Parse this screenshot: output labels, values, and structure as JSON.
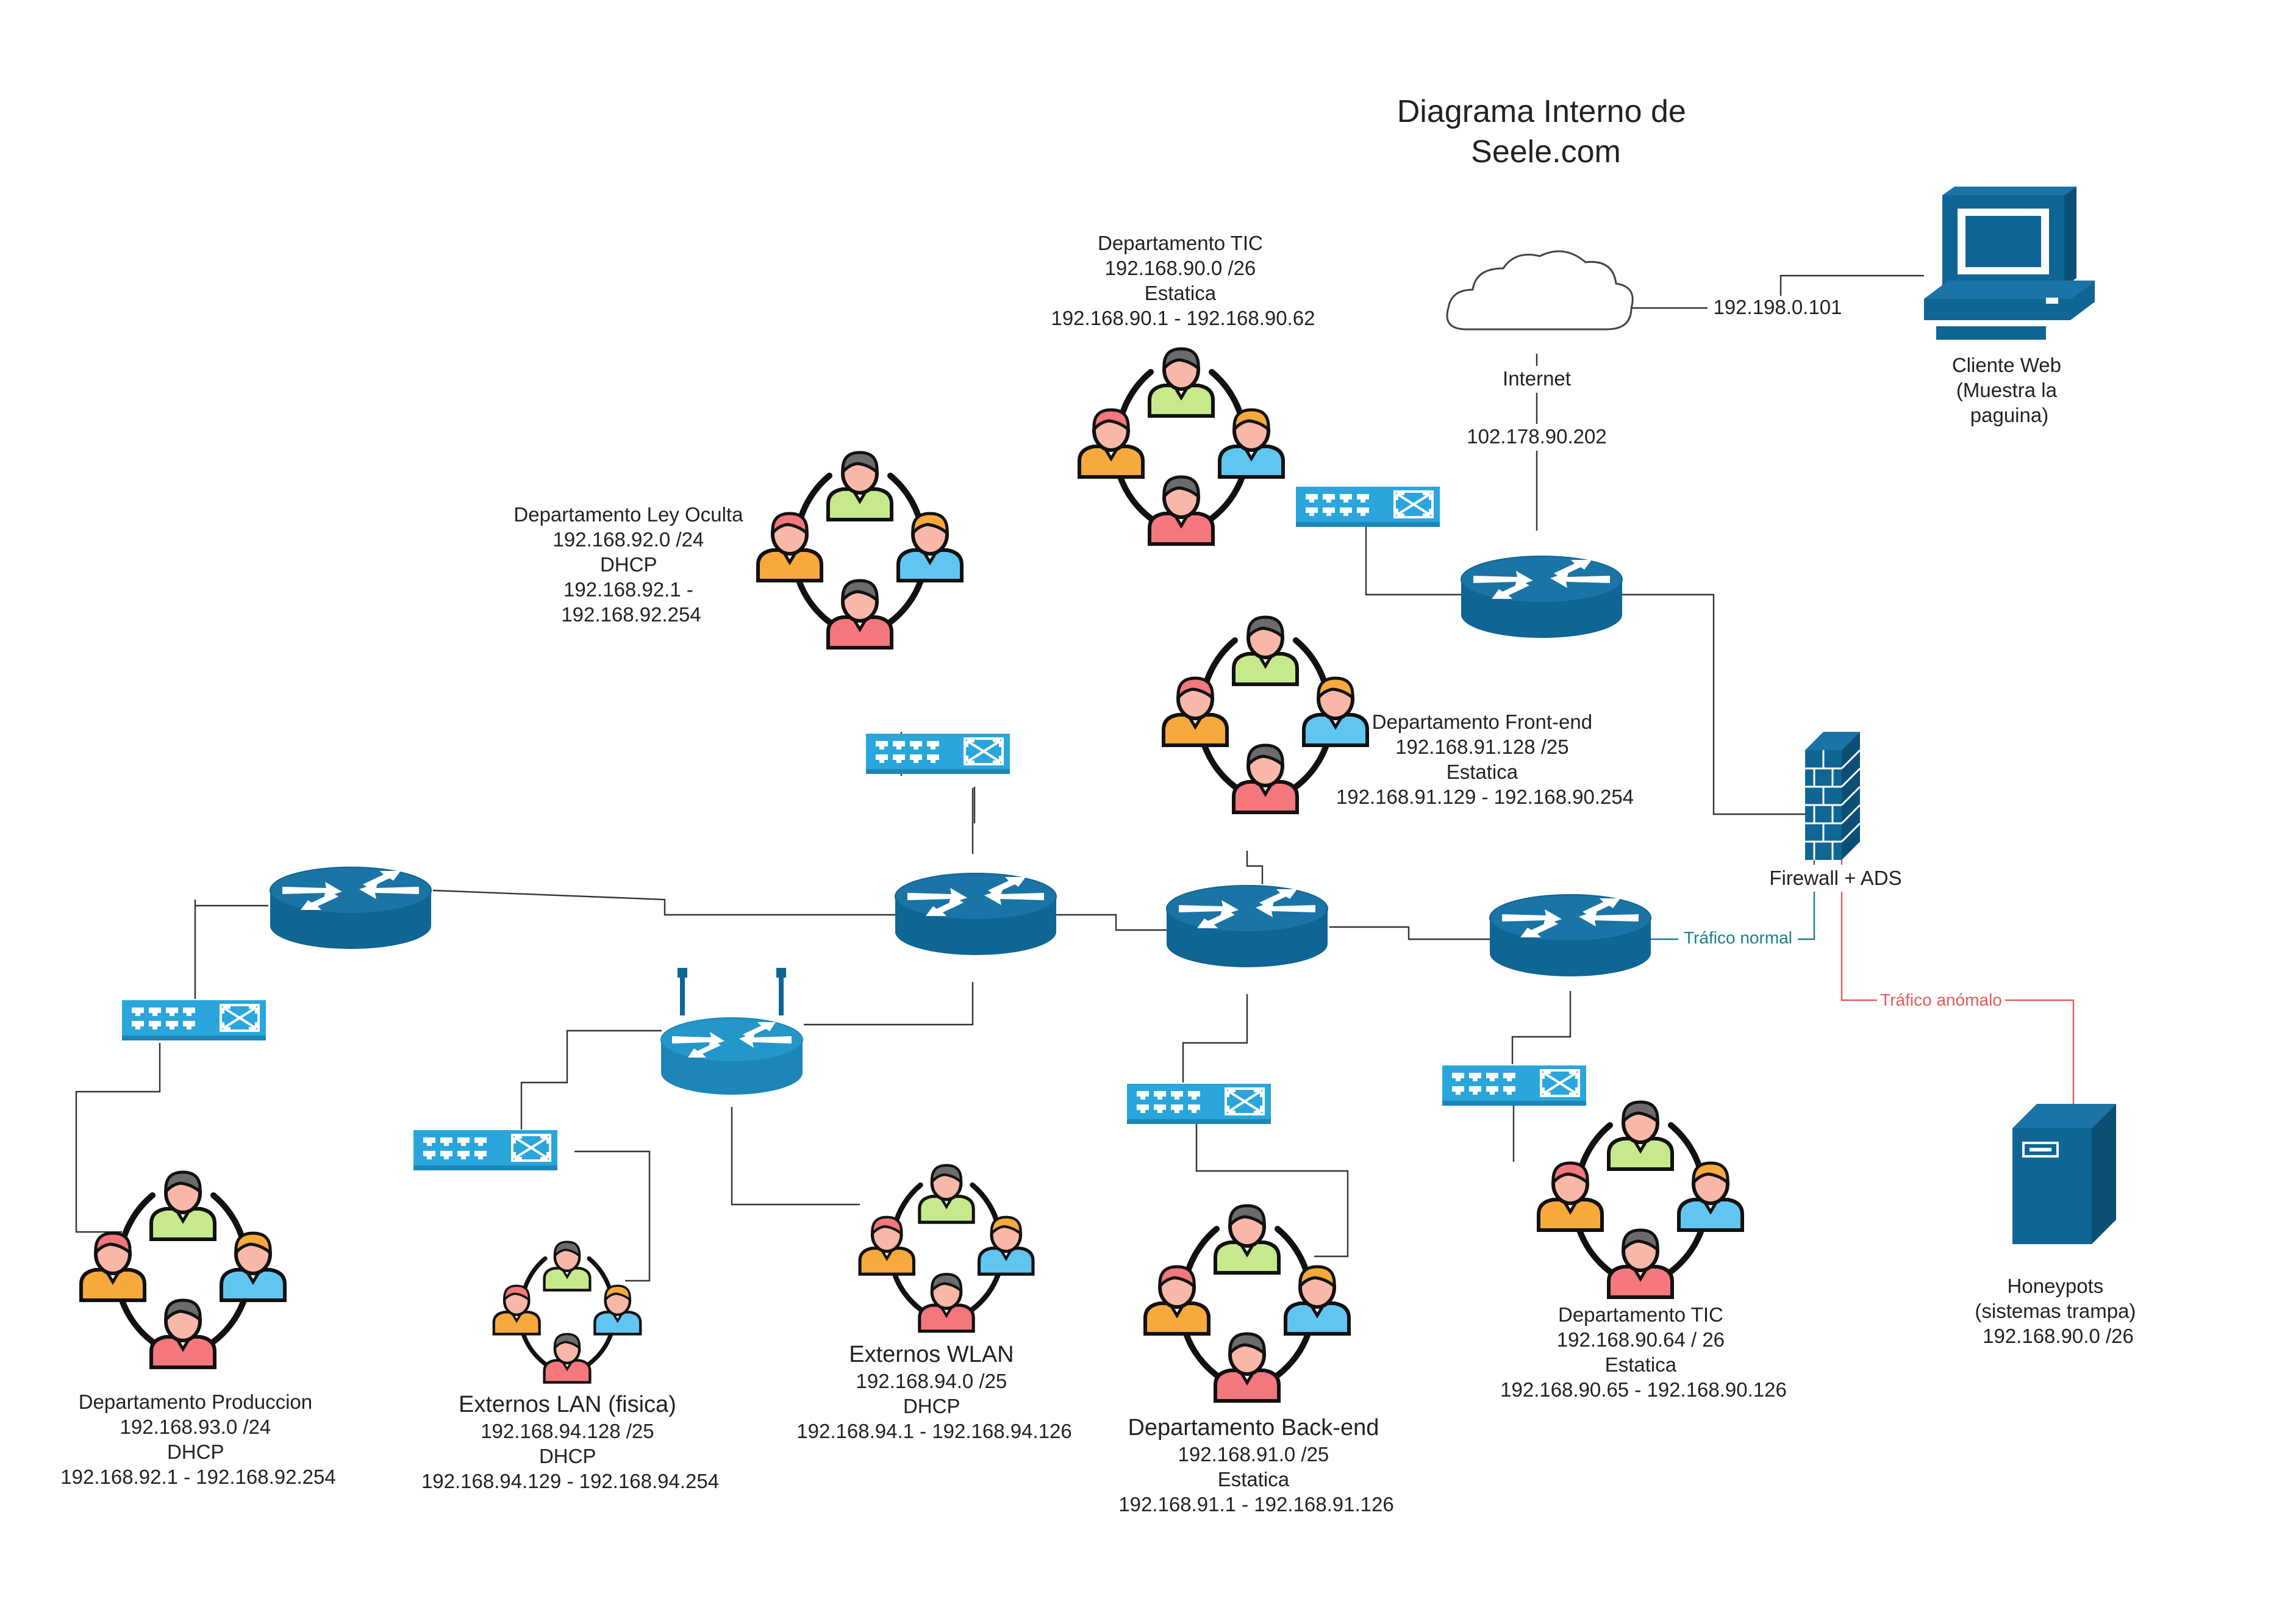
{
  "title": {
    "line1": "Diagrama Interno de",
    "line2": "Seele.com"
  },
  "internet": {
    "label": "Internet",
    "uplink_ip": "102.178.90.202",
    "client_link_ip": "192.198.0.101"
  },
  "client": {
    "lines": [
      "Cliente Web",
      "(Muestra la",
      "paguina)"
    ]
  },
  "firewall": {
    "label": "Firewall + ADS"
  },
  "edges": {
    "normal": "Tráfico normal",
    "anomalous": "Tráfico anómalo"
  },
  "honeypots": {
    "lines": [
      "Honeypots",
      "(sistemas trampa)",
      "192.168.90.0 /26"
    ]
  },
  "departments": {
    "tic_top": {
      "lines": [
        "Departamento TIC",
        "192.168.90.0 /26",
        "Estatica",
        "192.168.90.1 - 192.168.90.62"
      ]
    },
    "ley_oculta": {
      "lines": [
        "Departamento  Ley Oculta",
        "192.168.92.0 /24",
        "DHCP",
        "192.168.92.1 -",
        "192.168.92.254"
      ]
    },
    "front_end": {
      "lines": [
        "Departamento Front-end",
        "192.168.91.128 /25",
        "Estatica",
        "192.168.91.129 - 192.168.90.254"
      ]
    },
    "produccion": {
      "lines": [
        "Departamento Produccion",
        "192.168.93.0 /24",
        "DHCP",
        "192.168.92.1 - 192.168.92.254"
      ]
    },
    "externos_lan": {
      "lines": [
        "Externos LAN (fisica)",
        "192.168.94.128 /25",
        "DHCP",
        "192.168.94.129 - 192.168.94.254"
      ]
    },
    "externos_wlan": {
      "lines": [
        "Externos WLAN",
        "192.168.94.0 /25",
        "DHCP",
        "192.168.94.1 - 192.168.94.126"
      ]
    },
    "back_end": {
      "lines": [
        "Departamento Back-end",
        "192.168.91.0 /25",
        "Estatica",
        "192.168.91.1 - 192.168.91.126"
      ]
    },
    "tic_bottom": {
      "lines": [
        "Departamento TIC",
        "192.168.90.64 / 26",
        "Estatica",
        "192.168.90.65 - 192.168.90.126"
      ]
    }
  },
  "colors": {
    "router": "#0f6594",
    "router_top": "#1a74a6",
    "switch": "#2aa6dc",
    "device": "#0f6594",
    "edge_normal": "#1a7f8a",
    "edge_anomalous": "#e05a5a",
    "person_green": "#c6ea8b",
    "person_orange": "#f7a93b",
    "person_blue": "#60c6f1",
    "person_red": "#f4777c",
    "person_skin": "#f8b7a7",
    "person_hair": "#6b6b6b"
  }
}
